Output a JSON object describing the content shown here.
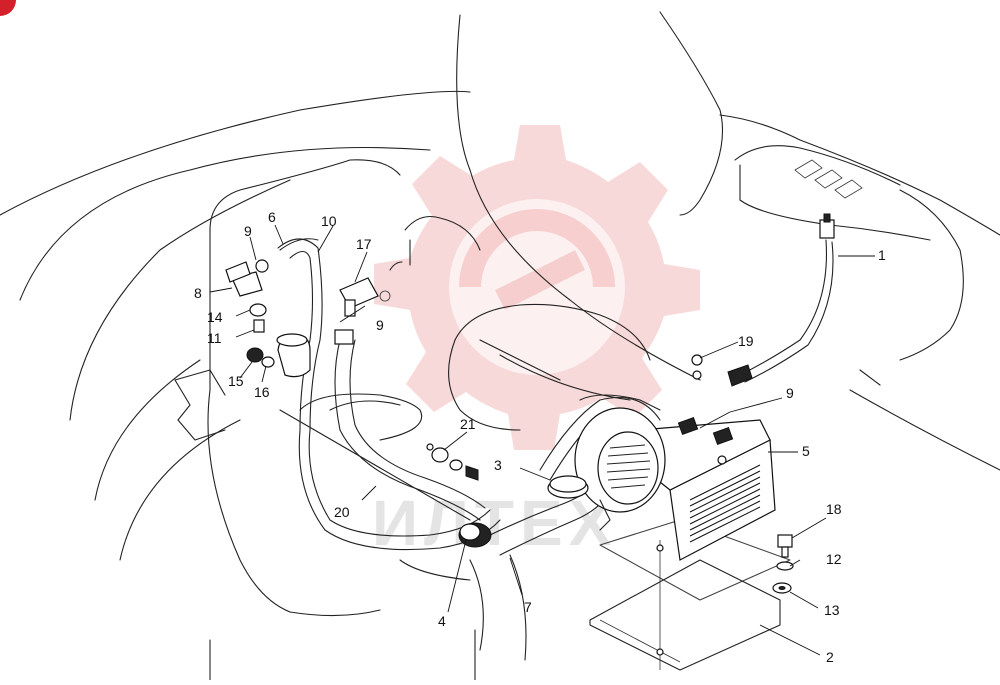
{
  "callouts": [
    {
      "id": "1",
      "text": "1"
    },
    {
      "id": "2",
      "text": "2"
    },
    {
      "id": "3",
      "text": "3"
    },
    {
      "id": "4",
      "text": "4"
    },
    {
      "id": "5",
      "text": "5"
    },
    {
      "id": "6",
      "text": "6"
    },
    {
      "id": "7",
      "text": "7"
    },
    {
      "id": "8",
      "text": "8"
    },
    {
      "id": "9a",
      "text": "9"
    },
    {
      "id": "9b",
      "text": "9"
    },
    {
      "id": "9c",
      "text": "9"
    },
    {
      "id": "10",
      "text": "10"
    },
    {
      "id": "11",
      "text": "11"
    },
    {
      "id": "12",
      "text": "12"
    },
    {
      "id": "13",
      "text": "13"
    },
    {
      "id": "14",
      "text": "14"
    },
    {
      "id": "15",
      "text": "15"
    },
    {
      "id": "16",
      "text": "16"
    },
    {
      "id": "17",
      "text": "17"
    },
    {
      "id": "18",
      "text": "18"
    },
    {
      "id": "19",
      "text": "19"
    },
    {
      "id": "20",
      "text": "20"
    },
    {
      "id": "21",
      "text": "21"
    }
  ],
  "watermark": {
    "text": "ИЛТЕХ",
    "color": "#e34a4a"
  },
  "corner_badge": {
    "color": "#d4202a"
  }
}
